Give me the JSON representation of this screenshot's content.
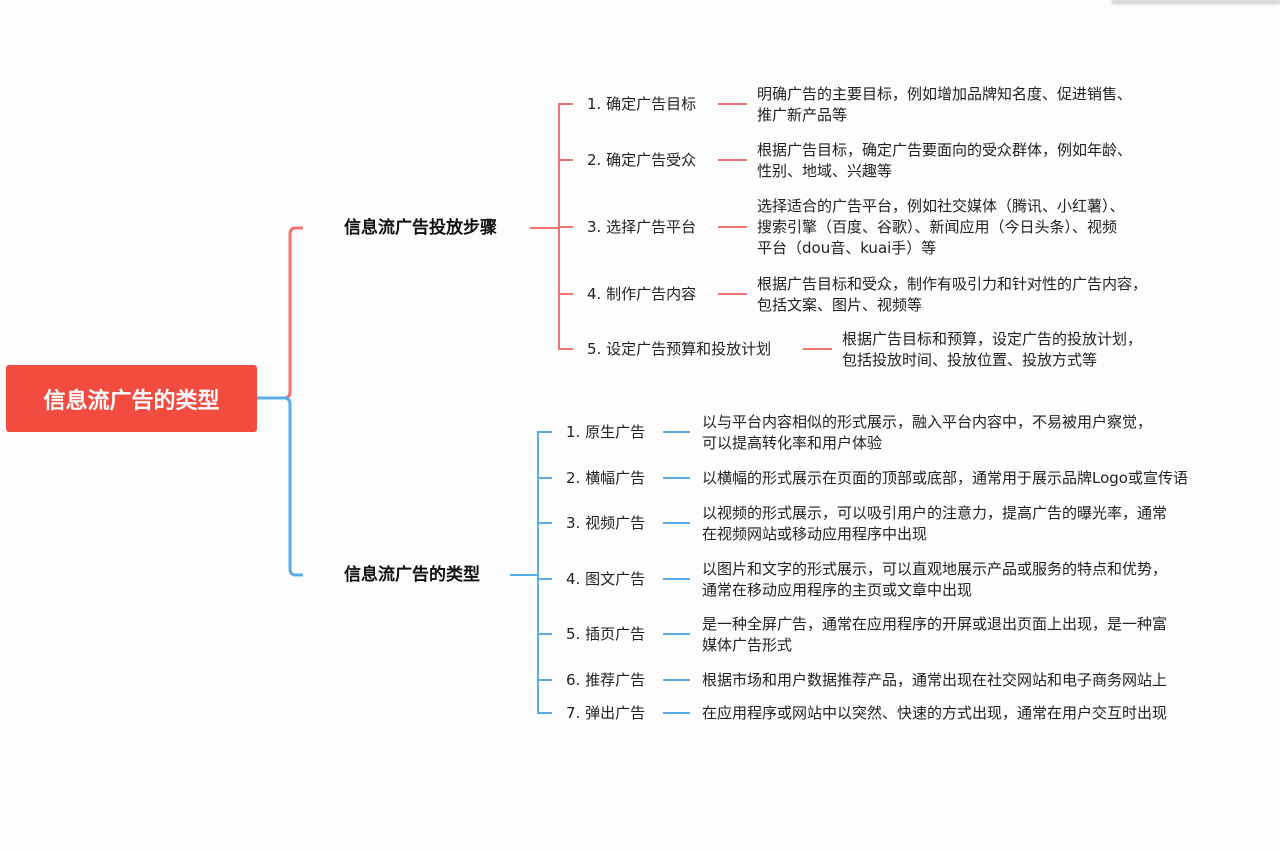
{
  "root": {
    "label": "信息流广告的类型",
    "color": "#f24b3f"
  },
  "branches": [
    {
      "label": "信息流广告投放步骤",
      "color": "#f07474",
      "items": [
        {
          "label": "1. 确定广告目标",
          "desc": [
            "明确广告的主要目标，例如增加品牌知名度、促进销售、",
            "推广新产品等"
          ]
        },
        {
          "label": "2. 确定广告受众",
          "desc": [
            "根据广告目标，确定广告要面向的受众群体，例如年龄、",
            "性别、地域、兴趣等"
          ]
        },
        {
          "label": "3. 选择广告平台",
          "desc": [
            "选择适合的广告平台，例如社交媒体（腾讯、小红薯）、",
            "搜索引擎（百度、谷歌）、新闻应用（今日头条）、视频",
            "平台（dou音、kuai手）等"
          ]
        },
        {
          "label": "4. 制作广告内容",
          "desc": [
            "根据广告目标和受众，制作有吸引力和针对性的广告内容，",
            "包括文案、图片、视频等"
          ]
        },
        {
          "label": "5. 设定广告预算和投放计划",
          "desc": [
            "根据广告目标和预算，设定广告的投放计划，",
            "包括投放时间、投放位置、投放方式等"
          ]
        }
      ]
    },
    {
      "label": "信息流广告的类型",
      "color": "#5aaee8",
      "items": [
        {
          "label": "1. 原生广告",
          "desc": [
            "以与平台内容相似的形式展示，融入平台内容中，不易被用户察觉，",
            "可以提高转化率和用户体验"
          ]
        },
        {
          "label": "2. 横幅广告",
          "desc": [
            "以横幅的形式展示在页面的顶部或底部，通常用于展示品牌Logo或宣传语"
          ]
        },
        {
          "label": "3. 视频广告",
          "desc": [
            "以视频的形式展示，可以吸引用户的注意力，提高广告的曝光率，通常",
            "在视频网站或移动应用程序中出现"
          ]
        },
        {
          "label": "4. 图文广告",
          "desc": [
            "以图片和文字的形式展示，可以直观地展示产品或服务的特点和优势，",
            "通常在移动应用程序的主页或文章中出现"
          ]
        },
        {
          "label": "5. 插页广告",
          "desc": [
            "是一种全屏广告，通常在应用程序的开屏或退出页面上出现，是一种富",
            "媒体广告形式"
          ]
        },
        {
          "label": "6. 推荐广告",
          "desc": [
            "根据市场和用户数据推荐产品，通常出现在社交网站和电子商务网站上"
          ]
        },
        {
          "label": "7. 弹出广告",
          "desc": [
            "在应用程序或网站中以突然、快速的方式出现，通常在用户交互时出现"
          ]
        }
      ]
    }
  ]
}
